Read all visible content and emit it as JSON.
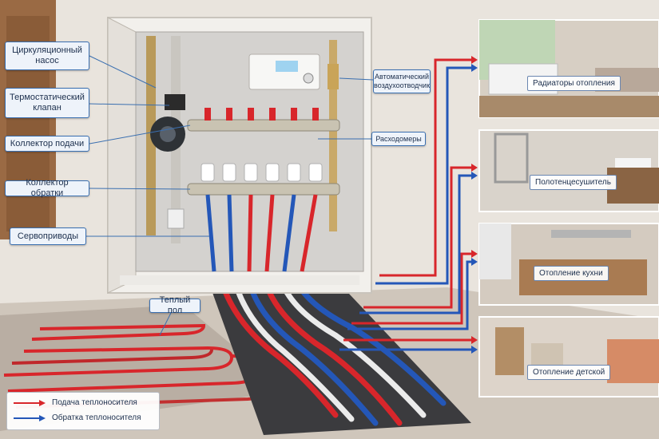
{
  "callouts": {
    "pump": "Циркуляционный насос",
    "thermo_valve": "Термостатический клапан",
    "supply_manifold": "Коллектор подачи",
    "return_manifold": "Коллектор обратки",
    "servo": "Сервоприводы",
    "air_vent": "Автоматический воздухоотводчик",
    "flowmeters": "Расходомеры",
    "floor": "Теплый пол"
  },
  "rooms": {
    "radiators": "Радиаторы отопления",
    "towel": "Полотенцесушитель",
    "kitchen": "Отопление кухни",
    "kids": "Отопление детской"
  },
  "legend": {
    "supply": "Подача теплоносителя",
    "return": "Обратка теплоносителя"
  },
  "colors": {
    "supply": "#d8262b",
    "return": "#2457b8"
  }
}
